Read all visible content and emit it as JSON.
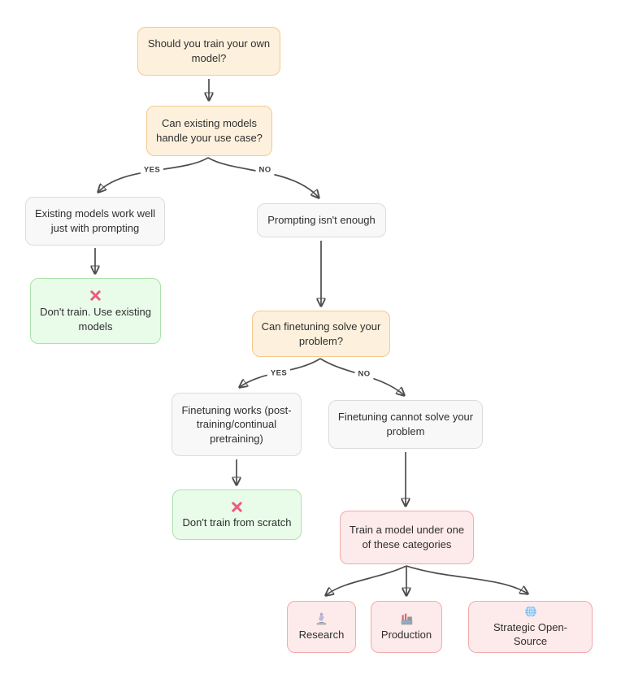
{
  "diagram_type": "decision-flowchart",
  "colors": {
    "background": "#ffffff",
    "question_fill": "#fdf1dd",
    "question_border": "#f3c98f",
    "default_fill": "#f8f8f8",
    "default_border": "#dcdcdc",
    "stop_fill": "#e9fbe9",
    "stop_border": "#abe3ab",
    "train_fill": "#fdeaea",
    "train_border": "#f2abab",
    "edge_stroke": "#4d4d4d",
    "cross_icon": "#ee5c7d",
    "globe_icon": "#6fb7ea",
    "text": "#2f2f2f"
  },
  "nodes": [
    {
      "id": "start",
      "label": "Should you train your own model?",
      "kind": "question"
    },
    {
      "id": "existing-q",
      "label": "Can existing models handle your use case?",
      "kind": "question"
    },
    {
      "id": "prompting-works",
      "label": "Existing models work well just with prompting",
      "kind": "default"
    },
    {
      "id": "prompting-not-enough",
      "label": "Prompting isn't enough",
      "kind": "default"
    },
    {
      "id": "dont-train-use-existing",
      "label": "Don't train. Use existing models",
      "kind": "stop",
      "icon": "cross-mark"
    },
    {
      "id": "finetuning-q",
      "label": "Can finetuning solve your problem?",
      "kind": "question"
    },
    {
      "id": "finetuning-works",
      "label": "Finetuning works (post-training/continual pretraining)",
      "kind": "default"
    },
    {
      "id": "finetuning-cannot",
      "label": "Finetuning cannot solve your problem",
      "kind": "default"
    },
    {
      "id": "dont-train-scratch",
      "label": "Don't train from scratch",
      "kind": "stop",
      "icon": "cross-mark"
    },
    {
      "id": "train-category",
      "label": "Train a model under one of these categories",
      "kind": "train"
    },
    {
      "id": "research",
      "label": "Research",
      "kind": "train",
      "icon": "microscope"
    },
    {
      "id": "production",
      "label": "Production",
      "kind": "train",
      "icon": "factory"
    },
    {
      "id": "open-source",
      "label": "Strategic Open-Source",
      "kind": "train",
      "icon": "globe"
    }
  ],
  "edges": [
    {
      "from": "start",
      "to": "existing-q",
      "label": ""
    },
    {
      "from": "existing-q",
      "to": "prompting-works",
      "label": "YES"
    },
    {
      "from": "existing-q",
      "to": "prompting-not-enough",
      "label": "NO"
    },
    {
      "from": "prompting-works",
      "to": "dont-train-use-existing",
      "label": ""
    },
    {
      "from": "prompting-not-enough",
      "to": "finetuning-q",
      "label": ""
    },
    {
      "from": "finetuning-q",
      "to": "finetuning-works",
      "label": "YES"
    },
    {
      "from": "finetuning-q",
      "to": "finetuning-cannot",
      "label": "NO"
    },
    {
      "from": "finetuning-works",
      "to": "dont-train-scratch",
      "label": ""
    },
    {
      "from": "finetuning-cannot",
      "to": "train-category",
      "label": ""
    },
    {
      "from": "train-category",
      "to": "research",
      "label": ""
    },
    {
      "from": "train-category",
      "to": "production",
      "label": ""
    },
    {
      "from": "train-category",
      "to": "open-source",
      "label": ""
    }
  ],
  "edge_labels": [
    {
      "text": "YES"
    },
    {
      "text": "NO"
    },
    {
      "text": "YES"
    },
    {
      "text": "NO"
    }
  ]
}
